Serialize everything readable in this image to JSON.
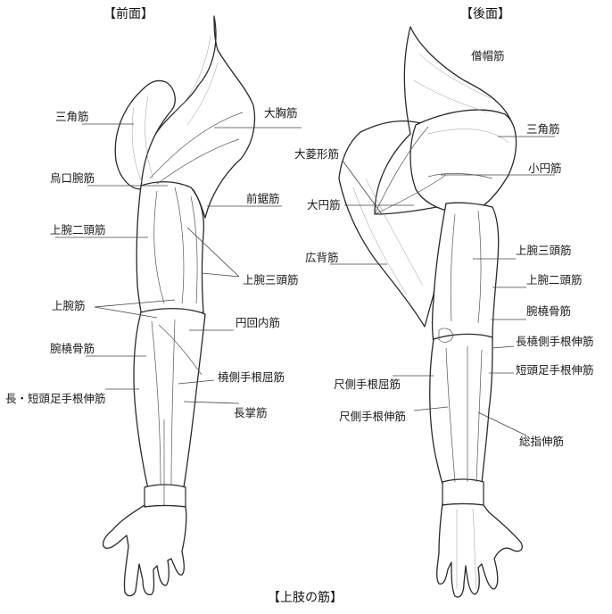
{
  "titles": {
    "front": "【前面】",
    "back": "【後面】",
    "bottom": "【上肢の筋】"
  },
  "front_labels": {
    "deltoid": "三角筋",
    "pectoralis_major": "大胸筋",
    "coracobrachialis": "烏口腕筋",
    "serratus_anterior": "前鋸筋",
    "biceps": "上腕二頭筋",
    "triceps": "上腕三頭筋",
    "brachialis": "上腕筋",
    "pronator_teres": "円回内筋",
    "brachioradialis": "腕橈骨筋",
    "fcr": "橈側手根屈筋",
    "ecr_long_short": "長・短頭足手根伸筋",
    "palmaris_longus": "長掌筋"
  },
  "back_labels": {
    "trapezius": "僧帽筋",
    "deltoid": "三角筋",
    "rhomboid_major": "大菱形筋",
    "teres_minor": "小円筋",
    "teres_major": "大円筋",
    "latissimus": "広背筋",
    "triceps": "上腕三頭筋",
    "biceps": "上腕二頭筋",
    "brachioradialis": "腕橈骨筋",
    "ecrl": "長橈側手根伸筋",
    "ecrb": "短頭足手根伸筋",
    "fcu": "尺側手根屈筋",
    "ecu": "尺側手根伸筋",
    "ed": "総指伸筋"
  }
}
